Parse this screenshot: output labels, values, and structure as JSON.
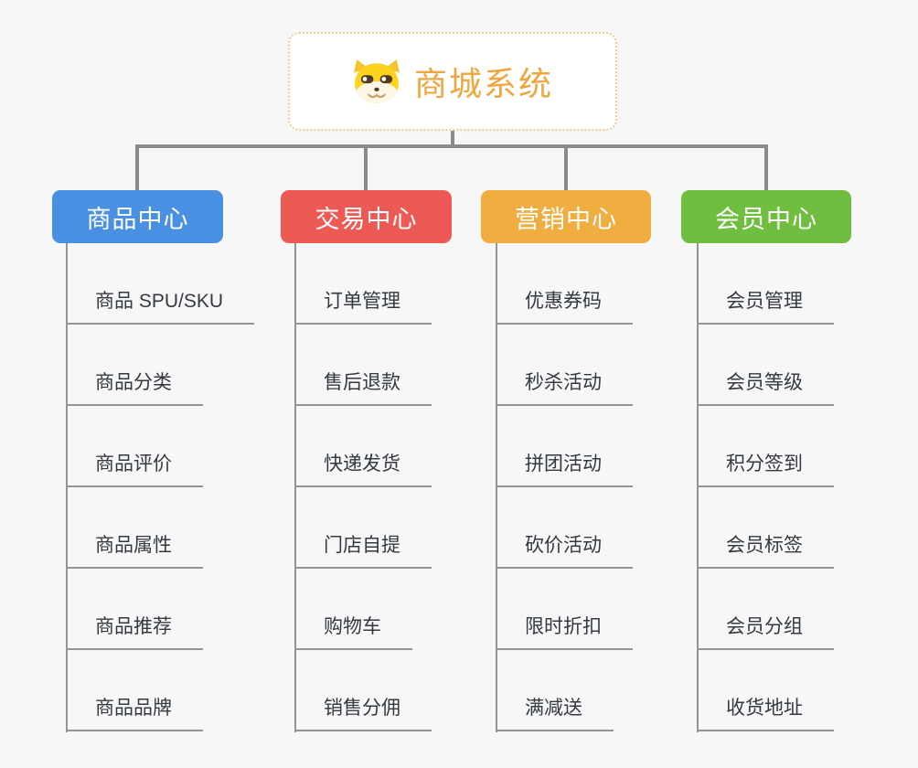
{
  "root": {
    "title": "商城系统",
    "icon": "dog-face-icon"
  },
  "branches": [
    {
      "label": "商品中心",
      "color": "#4a90e2",
      "children": [
        "商品 SPU/SKU",
        "商品分类",
        "商品评价",
        "商品属性",
        "商品推荐",
        "商品品牌"
      ]
    },
    {
      "label": "交易中心",
      "color": "#ed5a55",
      "children": [
        "订单管理",
        "售后退款",
        "快递发货",
        "门店自提",
        "购物车",
        "销售分佣"
      ]
    },
    {
      "label": "营销中心",
      "color": "#f0ae41",
      "children": [
        "优惠券码",
        "秒杀活动",
        "拼团活动",
        "砍价活动",
        "限时折扣",
        "满减送"
      ]
    },
    {
      "label": "会员中心",
      "color": "#70be40",
      "children": [
        "会员管理",
        "会员等级",
        "积分签到",
        "会员标签",
        "会员分组",
        "收货地址"
      ]
    }
  ],
  "colors": {
    "background": "#f7f7f7",
    "connector": "#8a8a8a",
    "child_line": "#949494",
    "root_text": "#f0a63f",
    "root_border": "#f3c988",
    "item_text": "#333a40"
  }
}
